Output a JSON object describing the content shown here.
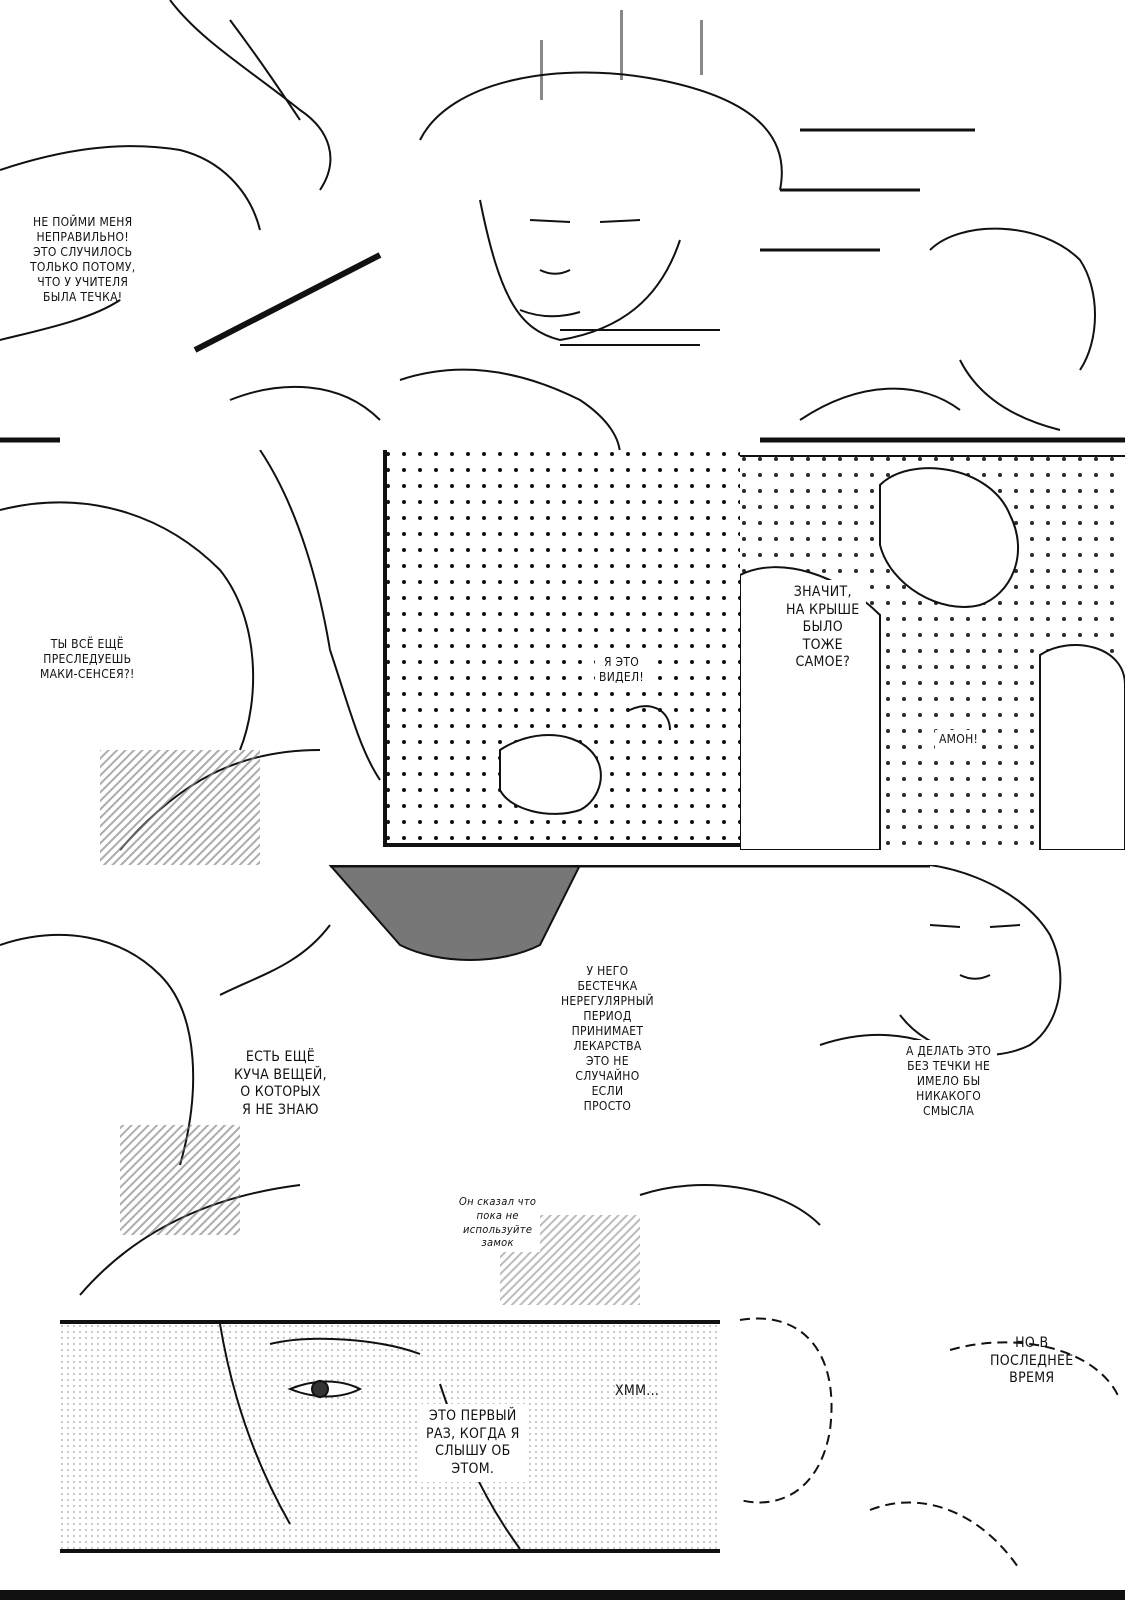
{
  "bubbles": {
    "b1": [
      "НЕ ПОЙМИ МЕНЯ",
      "НЕПРАВИЛЬНО!",
      "ЭТО СЛУЧИЛОСЬ",
      "ТОЛЬКО ПОТОМУ,",
      "ЧТО У УЧИТЕЛЯ",
      "БЫЛА ТЕЧКА!"
    ],
    "b2": [
      "ТЫ ВСЁ ЕЩЁ",
      "ПРЕСЛЕДУЕШЬ",
      "МАКИ-СЕНСЕЯ?!"
    ],
    "b3": [
      "Я ЭТО",
      "ВИДЕЛ!"
    ],
    "b4": [
      "ЗНАЧИТ,",
      "НА КРЫШЕ",
      "БЫЛО",
      "ТОЖЕ",
      "САМОЕ?"
    ],
    "b5": [
      "АМОН!"
    ],
    "b6": [
      "ЕСТЬ ЕЩЁ",
      "КУЧА ВЕЩЕЙ,",
      "О КОТОРЫХ",
      "Я НЕ ЗНАЮ"
    ],
    "b7": [
      "У НЕГО",
      "БЕСТЕЧКА",
      "НЕРЕГУЛЯРНЫЙ",
      "ПЕРИОД",
      "ПРИНИМАЕТ",
      "ЛЕКАРСТВА",
      "ЭТО НЕ",
      "СЛУЧАЙНО",
      "ЕСЛИ",
      "ПРОСТО"
    ],
    "b8": [
      "А ДЕЛАТЬ ЭТО",
      "БЕЗ ТЕЧКИ НЕ",
      "ИМЕЛО БЫ",
      "НИКАКОГО",
      "СМЫСЛА"
    ],
    "b9": [
      "Он сказал что",
      "пока не",
      "используйте",
      "замок"
    ],
    "b10": [
      "НО В",
      "ПОСЛЕДНЕЕ",
      "ВРЕМЯ"
    ],
    "b11": [
      "ХММ..."
    ],
    "b12": [
      "ЭТО ПЕРВЫЙ",
      "РАЗ, КОГДА Я",
      "СЛЫШУ ОБ",
      "ЭТОМ."
    ]
  }
}
